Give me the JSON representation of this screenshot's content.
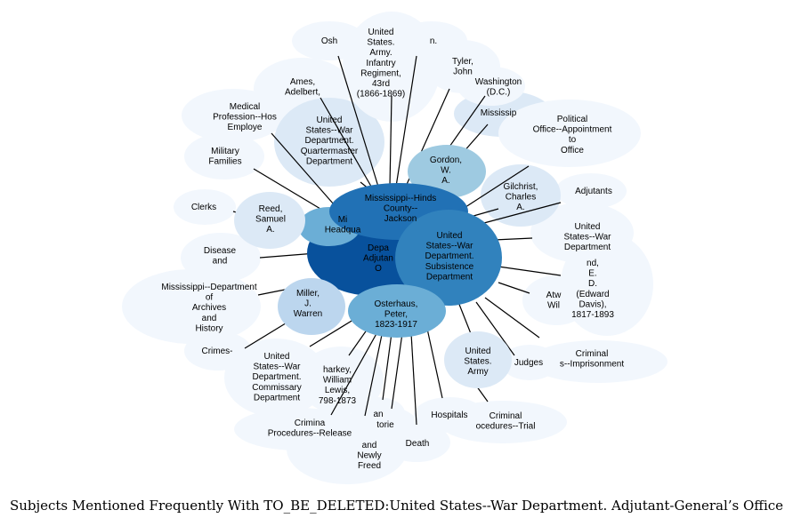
{
  "caption": "Subjects Mentioned Frequently With TO_BE_DELETED:United States--War Department. Adjutant-General’s Office",
  "colors": {
    "pale": "#f2f7fd",
    "light": "#dce9f6",
    "mid": "#bcd6ee",
    "sky": "#9ecae1",
    "blue": "#6baed6",
    "strong": "#3182bd",
    "deep": "#2171b5",
    "center": "#08519c",
    "edge": "#000000"
  },
  "nodes": [
    {
      "id": "osh",
      "lines": [
        "Osh"
      ]
    },
    {
      "id": "n",
      "lines": [
        "n."
      ]
    },
    {
      "id": "infantry",
      "lines": [
        "United",
        "States.",
        "Army.",
        "Infantry",
        "Regiment,",
        "43rd",
        "(1866-1869)"
      ]
    },
    {
      "id": "tyler",
      "lines": [
        "Tyler,",
        "John"
      ]
    },
    {
      "id": "ames",
      "lines": [
        "Ames,",
        "Adelbert,"
      ]
    },
    {
      "id": "washington",
      "lines": [
        "Washington",
        "(D.C.)"
      ]
    },
    {
      "id": "mississippi",
      "lines": [
        "Mississip"
      ]
    },
    {
      "id": "medical",
      "lines": [
        "Medical",
        "Profession--Hos",
        "Employe"
      ]
    },
    {
      "id": "quartermaster",
      "lines": [
        "United",
        "States--War",
        "Department.",
        "Quartermaster",
        "Department"
      ]
    },
    {
      "id": "political",
      "lines": [
        "Political",
        "Office--Appointment",
        "to",
        "Office"
      ]
    },
    {
      "id": "families",
      "lines": [
        "Military",
        "Families"
      ]
    },
    {
      "id": "gordon",
      "lines": [
        "Gordon,",
        "W.",
        "A."
      ]
    },
    {
      "id": "gilchrist",
      "lines": [
        "Gilchrist,",
        "Charles",
        "A."
      ]
    },
    {
      "id": "adjutants",
      "lines": [
        "Adjutants"
      ]
    },
    {
      "id": "clerks",
      "lines": [
        "Clerks"
      ]
    },
    {
      "id": "reed",
      "lines": [
        "Reed,",
        "Samuel",
        "A."
      ]
    },
    {
      "id": "hq",
      "lines": [
        "Mi",
        "Headqua"
      ]
    },
    {
      "id": "jackson",
      "lines": [
        "Mississippi--Hinds",
        "County--",
        "Jackson"
      ]
    },
    {
      "id": "wardept",
      "lines": [
        "United",
        "States--War",
        "Department"
      ]
    },
    {
      "id": "disease",
      "lines": [
        "Disease",
        "and"
      ]
    },
    {
      "id": "center",
      "lines": [
        "Depa",
        "Adjutan",
        "O"
      ]
    },
    {
      "id": "subsistence",
      "lines": [
        "United",
        "States--War",
        "Department.",
        "Subsistence",
        "Department"
      ]
    },
    {
      "id": "davis",
      "lines": [
        "nd,",
        "E.",
        "D.",
        "(Edward",
        "Davis),",
        "1817-1893"
      ]
    },
    {
      "id": "archives",
      "lines": [
        "Mississippi--Department",
        "of",
        "Archives",
        "and",
        "History"
      ]
    },
    {
      "id": "miller",
      "lines": [
        "Miller,",
        "J.",
        "Warren"
      ]
    },
    {
      "id": "atwood",
      "lines": [
        "Atw",
        "Wil"
      ]
    },
    {
      "id": "osterhaus",
      "lines": [
        "Osterhaus,",
        "Peter,",
        "1823-1917"
      ]
    },
    {
      "id": "crimes",
      "lines": [
        "Crimes-"
      ]
    },
    {
      "id": "army",
      "lines": [
        "United",
        "States.",
        "Army"
      ]
    },
    {
      "id": "judges",
      "lines": [
        "Judges"
      ]
    },
    {
      "id": "imprisonment",
      "lines": [
        "Criminal",
        "s--Imprisonment"
      ]
    },
    {
      "id": "commissary",
      "lines": [
        "United",
        "States--War",
        "Department.",
        "Commissary",
        "Department"
      ]
    },
    {
      "id": "sharkey",
      "lines": [
        "harkey,",
        "William",
        "Lewis,",
        "798-1873"
      ]
    },
    {
      "id": "an",
      "lines": [
        "an"
      ]
    },
    {
      "id": "hospitals",
      "lines": [
        "Hospitals"
      ]
    },
    {
      "id": "trial",
      "lines": [
        "Criminal",
        "ocedures--Trial"
      ]
    },
    {
      "id": "torie",
      "lines": [
        "torie"
      ]
    },
    {
      "id": "release",
      "lines": [
        "Crimina",
        "Procedures--Release"
      ]
    },
    {
      "id": "death",
      "lines": [
        "Death"
      ]
    },
    {
      "id": "freed",
      "lines": [
        "and",
        "Newly",
        "Freed"
      ]
    }
  ]
}
